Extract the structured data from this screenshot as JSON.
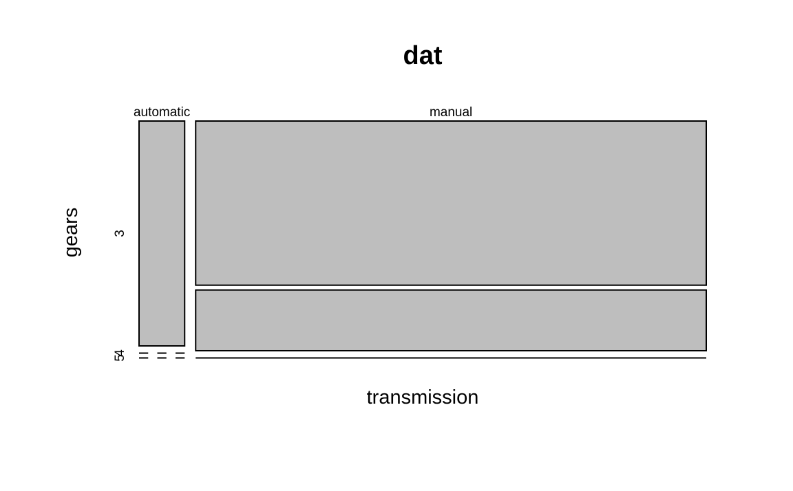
{
  "chart_data": {
    "type": "mosaic",
    "title": "dat",
    "xlabel": "transmission",
    "ylabel": "gears",
    "x_categories": [
      "automatic",
      "manual"
    ],
    "y_categories": [
      "3",
      "4",
      "5"
    ],
    "x_marginal_proportions": [
      0.082,
      0.918
    ],
    "conditional_proportions": {
      "automatic": [
        1.0,
        0.0,
        0.0
      ],
      "manual": [
        0.73,
        0.27,
        0.0
      ]
    },
    "fill_color": "#bebebe",
    "border_color": "#000000"
  }
}
